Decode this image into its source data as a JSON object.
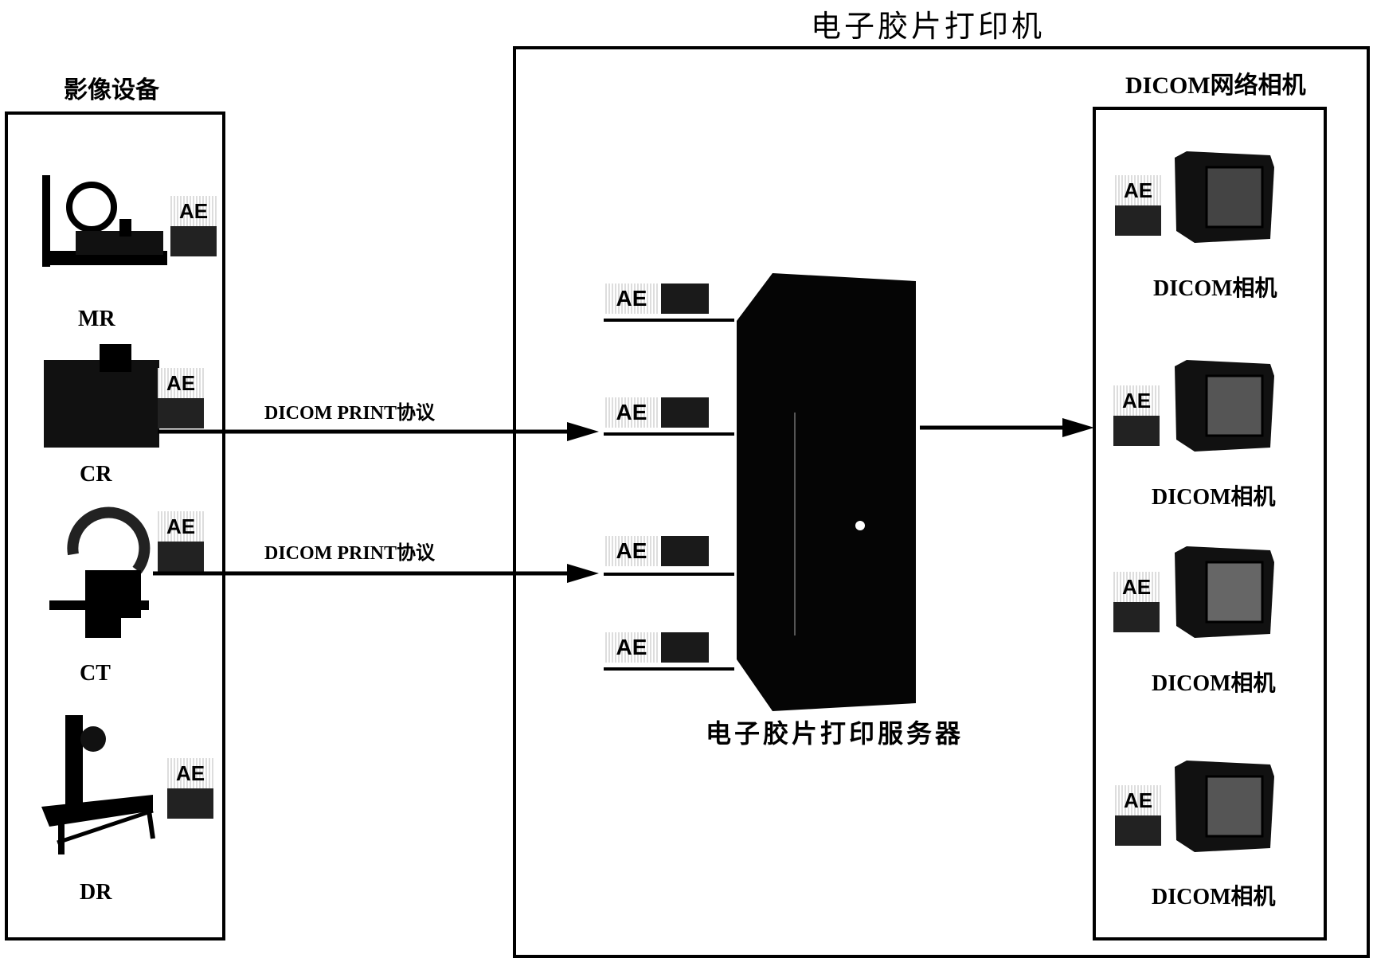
{
  "title": "电子胶片打印机",
  "modalities": {
    "heading": "影像设备",
    "items": [
      {
        "label": "MR",
        "ae": "AE"
      },
      {
        "label": "CR",
        "ae": "AE"
      },
      {
        "label": "CT",
        "ae": "AE"
      },
      {
        "label": "DR",
        "ae": "AE"
      }
    ]
  },
  "connections": [
    {
      "label": "DICOM PRINT协议"
    },
    {
      "label": "DICOM PRINT协议"
    }
  ],
  "server": {
    "label": "电子胶片打印服务器",
    "ae_ports": [
      "AE",
      "AE",
      "AE",
      "AE"
    ]
  },
  "cameras": {
    "heading": "DICOM网络相机",
    "items": [
      {
        "label": "DICOM相机",
        "ae": "AE"
      },
      {
        "label": "DICOM相机",
        "ae": "AE"
      },
      {
        "label": "DICOM相机",
        "ae": "AE"
      },
      {
        "label": "DICOM相机",
        "ae": "AE"
      }
    ]
  }
}
